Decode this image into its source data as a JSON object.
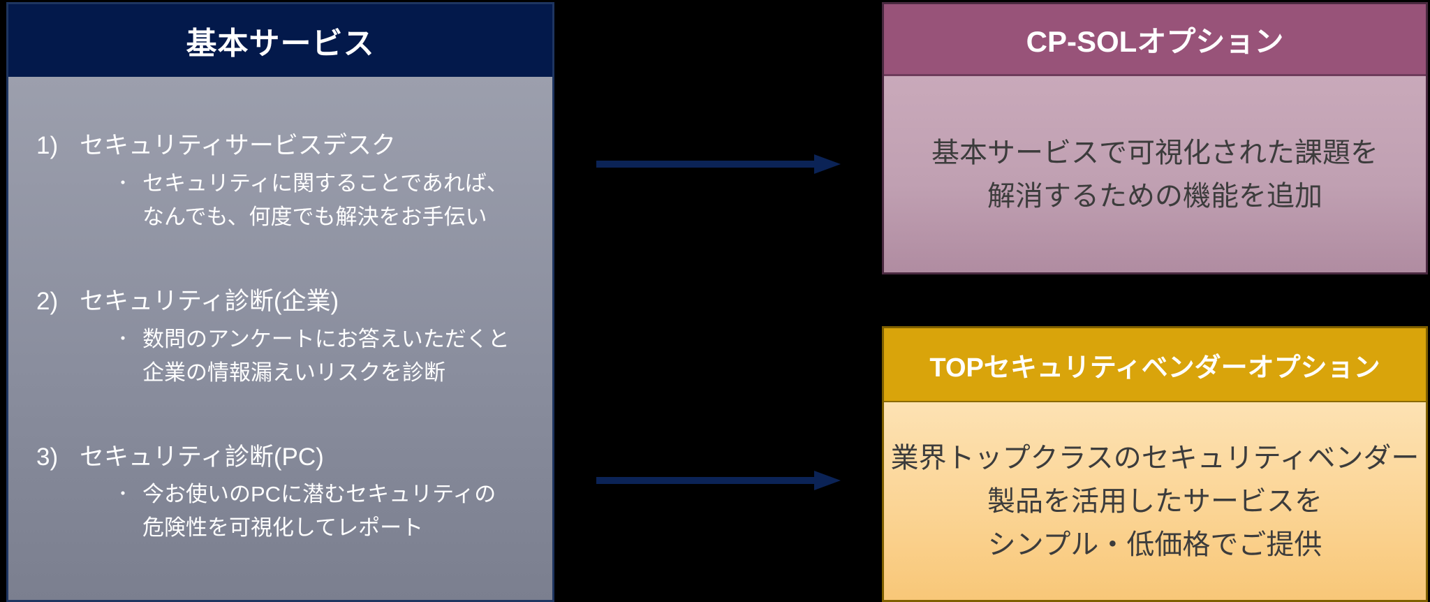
{
  "colors": {
    "background": "#000000",
    "navy_header": "#03194B",
    "navy_border": "#1E3560",
    "gray_body_top": "#9C9FAD",
    "gray_body_bottom": "#7B7F8F",
    "plum_header": "#985379",
    "plum_border": "#4A2940",
    "pink_body_top": "#C9A9BA",
    "pink_body_bottom": "#B08CA1",
    "gold_header": "#D9A40B",
    "gold_border": "#7F6000",
    "peach_body_top": "#FDE2B3",
    "peach_body_bottom": "#F8C778",
    "arrow": "#0B2356",
    "header_text": "#FFFFFF",
    "body_text_dark": "#3C3C3C"
  },
  "basic_services": {
    "title": "基本サービス",
    "bullet_marker": "・",
    "items": [
      {
        "num": "1)",
        "title": "セキュリティサービスデスク",
        "bullet": "セキュリティに関することであれば、\nなんでも、何度でも解決をお手伝い"
      },
      {
        "num": "2)",
        "title": "セキュリティ診断(企業)",
        "bullet": "数問のアンケートにお答えいただくと\n企業の情報漏えいリスクを診断"
      },
      {
        "num": "3)",
        "title": "セキュリティ診断(PC)",
        "bullet": "今お使いのPCに潜むセキュリティの\n危険性を可視化してレポート"
      }
    ]
  },
  "cp_sol_option": {
    "title": "CP-SOLオプション",
    "body": "基本サービスで可視化された課題を\n解消するための機能を追加"
  },
  "top_vendor_option": {
    "title": "TOPセキュリティベンダーオプション",
    "body": "業界トップクラスのセキュリティベンダー\n製品を活用したサービスを\nシンプル・低価格でご提供"
  }
}
